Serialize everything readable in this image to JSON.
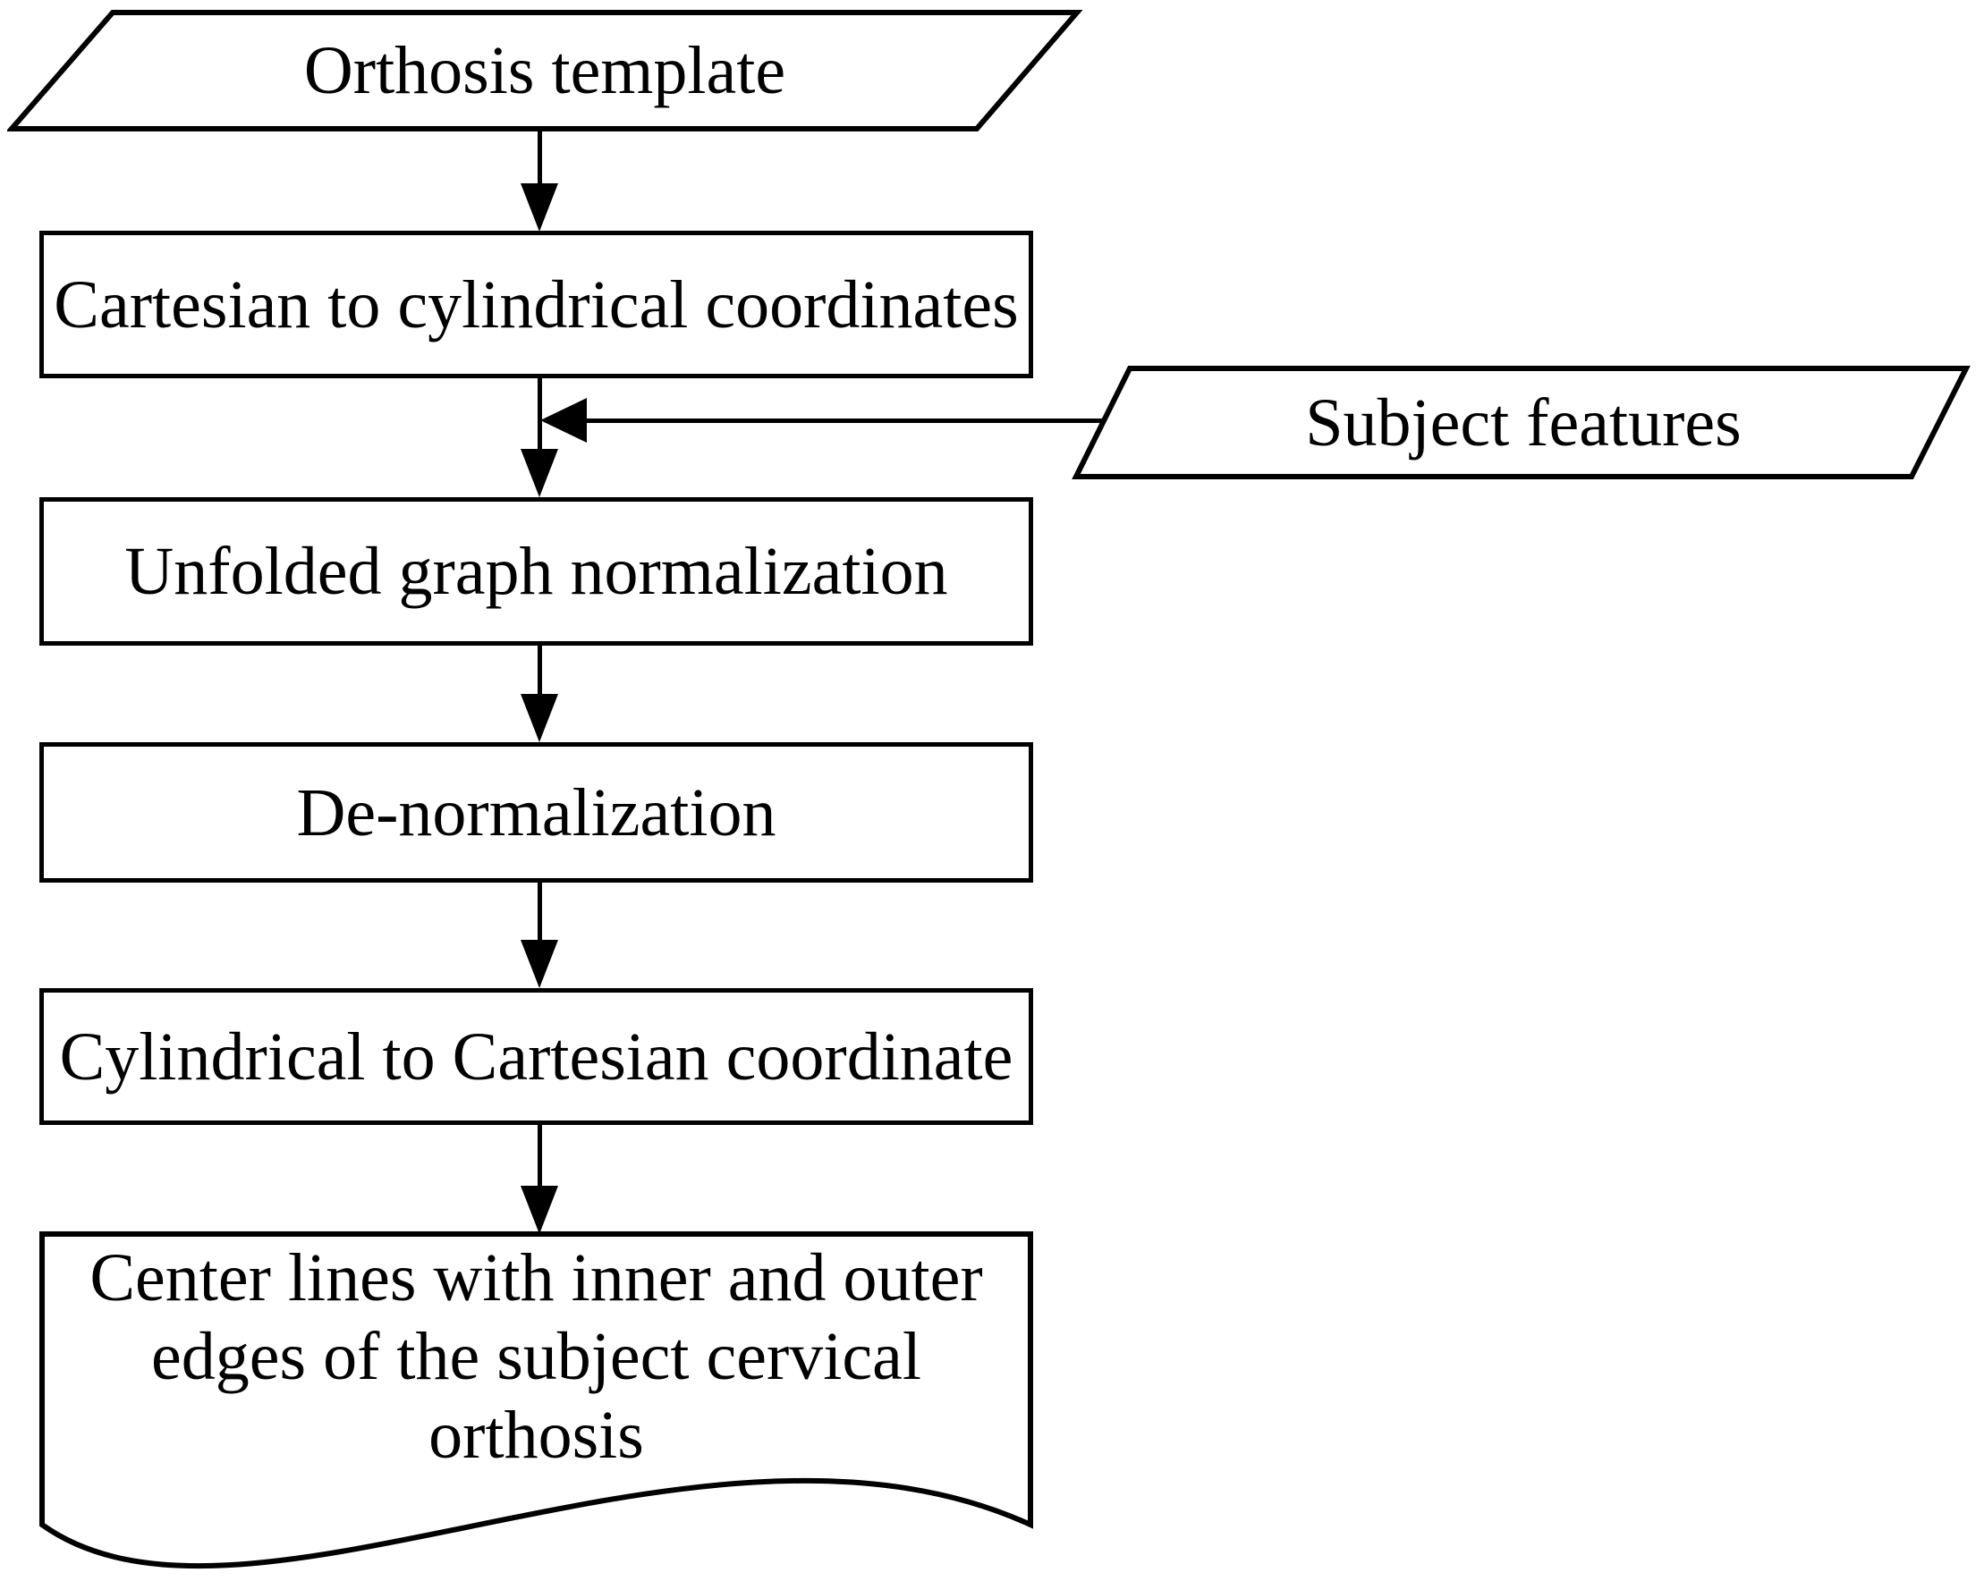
{
  "canvas": {
    "background_color": "#ffffff",
    "ink_color": "#000000"
  },
  "flowchart": {
    "nodes": {
      "orthosis_template": {
        "shape": "parallelogram",
        "role": "input",
        "label": "Orthosis template"
      },
      "cartesian_to_cylindrical": {
        "shape": "rectangle",
        "role": "process",
        "label": "Cartesian to cylindrical coordinates"
      },
      "subject_features": {
        "shape": "parallelogram",
        "role": "input",
        "label": "Subject features"
      },
      "unfolded_graph_normalization": {
        "shape": "rectangle",
        "role": "process",
        "label": "Unfolded graph normalization"
      },
      "de_normalization": {
        "shape": "rectangle",
        "role": "process",
        "label": "De-normalization"
      },
      "cylindrical_to_cartesian": {
        "shape": "rectangle",
        "role": "process",
        "label": "Cylindrical to Cartesian coordinate"
      },
      "output_document": {
        "shape": "document",
        "role": "output",
        "label": "Center lines with inner and outer edges of the subject cervical orthosis",
        "lines": [
          "Center lines with inner and outer",
          "edges of the subject cervical",
          "orthosis"
        ]
      }
    },
    "edges": [
      {
        "from": "orthosis_template",
        "to": "cartesian_to_cylindrical",
        "direction": "down"
      },
      {
        "from": "cartesian_to_cylindrical",
        "to": "unfolded_graph_normalization",
        "direction": "down"
      },
      {
        "from": "subject_features",
        "to": "junction_between_cartesian_to_cylindrical_and_unfolded_graph_normalization",
        "direction": "left"
      },
      {
        "from": "unfolded_graph_normalization",
        "to": "de_normalization",
        "direction": "down"
      },
      {
        "from": "de_normalization",
        "to": "cylindrical_to_cartesian",
        "direction": "down"
      },
      {
        "from": "cylindrical_to_cartesian",
        "to": "output_document",
        "direction": "down"
      }
    ]
  }
}
